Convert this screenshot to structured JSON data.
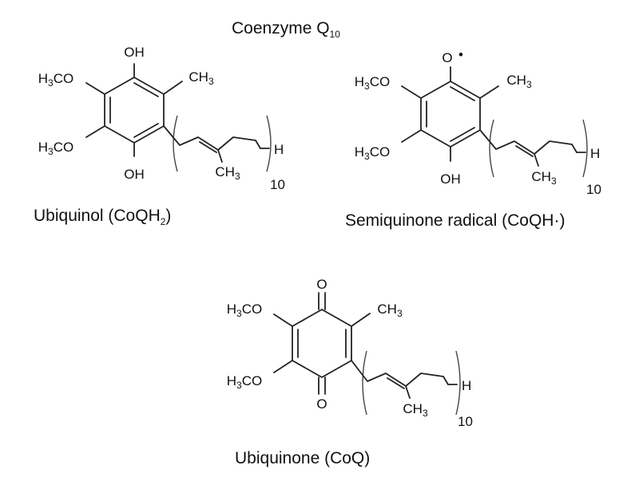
{
  "title": {
    "main": "Coenzyme Q",
    "sub": "10"
  },
  "atoms": {
    "oh": "OH",
    "o": "O",
    "h": "H",
    "methoxy": {
      "pre": "H",
      "sub": "3",
      "post": "CO"
    },
    "methyl": {
      "pre": "CH",
      "sub": "3"
    },
    "repeat": "10",
    "radical_dot": "•"
  },
  "molecules": {
    "ubiquinol": {
      "name": "Ubiquinol (CoQH",
      "sub": "2",
      "close": ")"
    },
    "semiquinone": {
      "name": "Semiquinone radical (CoQH·)"
    },
    "ubiquinone": {
      "name": "Ubiquinone (CoQ)"
    }
  }
}
